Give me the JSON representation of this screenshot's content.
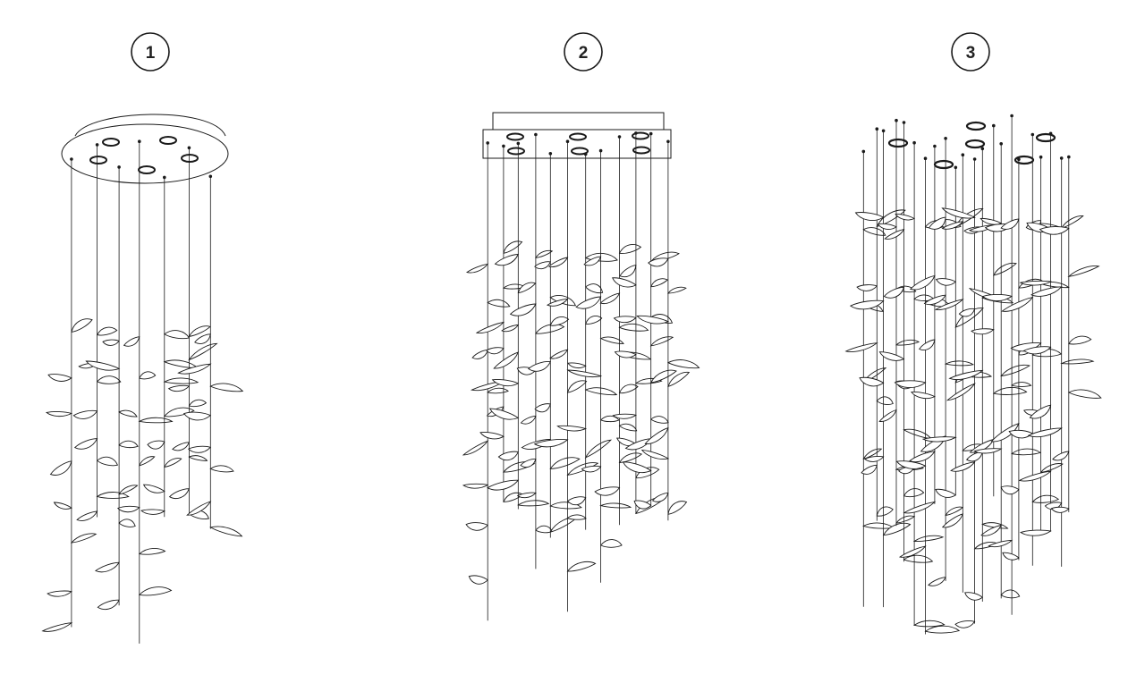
{
  "diagram": {
    "colors": {
      "line": "#1a1a1a",
      "leaf_fill": "#ffffff",
      "background": "#ffffff"
    },
    "variants": [
      {
        "id": "variant-1",
        "number": "1",
        "canopy": "round",
        "pendant_count": 7,
        "leaves_per_pendant": 8
      },
      {
        "id": "variant-2",
        "number": "2",
        "canopy": "rectangular",
        "pendant_count": 12,
        "leaves_per_pendant": 9
      },
      {
        "id": "variant-3",
        "number": "3",
        "canopy": "none",
        "pendant_count": 22,
        "leaves_per_pendant": 6
      }
    ]
  }
}
